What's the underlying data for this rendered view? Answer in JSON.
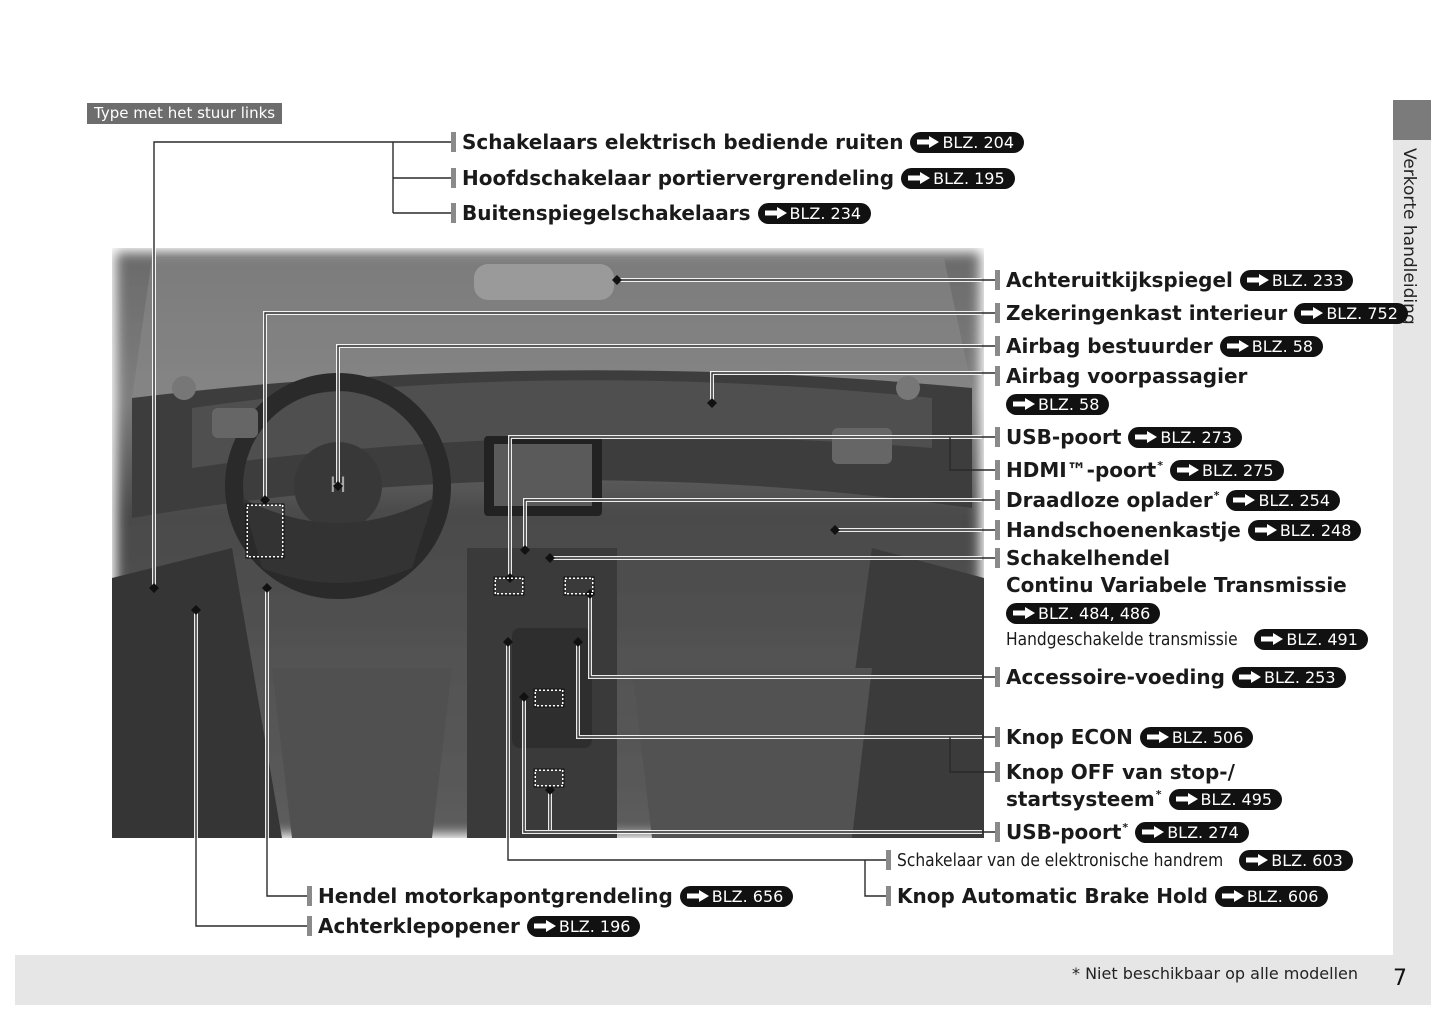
{
  "header_tag": "Type met het stuur links",
  "side_tab": "Verkorte handleiding",
  "footnote": "* Niet beschikbaar op alle modellen",
  "page_number": "7",
  "labels": {
    "ruiten": {
      "text": "Schakelaars elektrisch bediende ruiten",
      "ref": "BLZ. 204"
    },
    "portier": {
      "text": "Hoofdschakelaar portiervergrendeling",
      "ref": "BLZ. 195"
    },
    "spiegels": {
      "text": "Buitenspiegelschakelaars",
      "ref": "BLZ. 234"
    },
    "achteruitkijk": {
      "text": "Achteruitkijkspiegel",
      "ref": "BLZ. 233"
    },
    "zekering": {
      "text": "Zekeringenkast interieur",
      "ref": "BLZ. 752"
    },
    "airbag_bestuurder": {
      "text": "Airbag bestuurder",
      "ref": "BLZ. 58"
    },
    "airbag_passagier": {
      "text": "Airbag voorpassagier",
      "ref": "BLZ. 58"
    },
    "usb1": {
      "text": "USB-poort",
      "ref": "BLZ. 273"
    },
    "hdmi": {
      "text": "HDMI™-poort",
      "sup": "*",
      "ref": "BLZ. 275"
    },
    "oplader": {
      "text": "Draadloze oplader",
      "sup": "*",
      "ref": "BLZ. 254"
    },
    "handschoen": {
      "text": "Handschoenenkastje",
      "ref": "BLZ. 248"
    },
    "schakelhendel": {
      "text": "Schakelhendel",
      "line2": "Continu Variabele Transmissie",
      "ref": "BLZ. 484, 486",
      "line3": "Handgeschakelde transmissie",
      "ref2": "BLZ. 491"
    },
    "accessoire": {
      "text": "Accessoire-voeding",
      "ref": "BLZ. 253"
    },
    "econ": {
      "text": "Knop ECON",
      "ref": "BLZ. 506"
    },
    "stopstart": {
      "text": "Knop OFF van stop-/",
      "line2": "startsysteem",
      "sup": "*",
      "ref": "BLZ. 495"
    },
    "usb2": {
      "text": "USB-poort",
      "sup": "*",
      "ref": "BLZ. 274"
    },
    "handrem": {
      "text": "Schakelaar van de elektronische handrem",
      "ref": "BLZ. 603"
    },
    "brakehold": {
      "text": "Knop Automatic Brake Hold",
      "ref": "BLZ. 606"
    },
    "motorkap": {
      "text": "Hendel motorkapontgrendeling",
      "ref": "BLZ. 656"
    },
    "achterklep": {
      "text": "Achterklepopener",
      "ref": "BLZ. 196"
    }
  },
  "icons": {
    "ref_arrow": "right-arrow-icon"
  }
}
